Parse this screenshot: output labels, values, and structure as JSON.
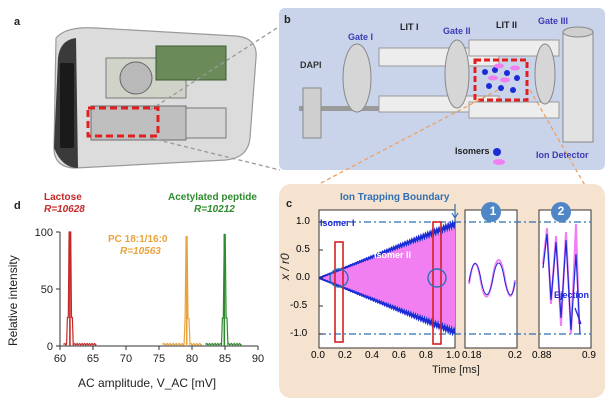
{
  "panels": {
    "a": "a",
    "b": "b",
    "c": "c",
    "d": "d"
  },
  "panel_b": {
    "labels": {
      "dapi": "DAPI",
      "gate1": "Gate I",
      "lit1": "LIT I",
      "gate2": "Gate II",
      "lit2": "LIT II",
      "gate3": "Gate III",
      "isomers": "Isomers",
      "ion_detector": "Ion Detector"
    }
  },
  "panel_c": {
    "title": "Ion Trapping Boundary",
    "ylabel": "x / r0",
    "xlabel": "Time [ms]",
    "isomer1": "Isomer I",
    "isomer2": "Isomer II",
    "ejection": "Ejection",
    "circle1": "1",
    "circle2": "2",
    "yticks": [
      "1.0",
      "0.5",
      "0.0",
      "-0.5",
      "-1.0"
    ],
    "xticks_main": [
      "0.0",
      "0.2",
      "0.4",
      "0.6",
      "0.8",
      "1.0"
    ],
    "xticks_zoom1": [
      "0.18",
      "0.2"
    ],
    "xticks_zoom2": [
      "0.88",
      "0.9"
    ],
    "colors": {
      "isomer1": "#1c2bd6",
      "isomer2": "#f06cf0",
      "boundary": "#2f6fb5",
      "marker": "#d62020"
    }
  },
  "chart_data": {
    "type": "line",
    "xlabel": "AC amplitude, V_AC [mV]",
    "ylabel": "Relative intensity",
    "xlim": [
      60,
      90
    ],
    "ylim": [
      0,
      100
    ],
    "xticks": [
      "60",
      "65",
      "70",
      "75",
      "80",
      "85",
      "90"
    ],
    "yticks": [
      "0",
      "50",
      "100"
    ],
    "series": [
      {
        "name": "Lactose",
        "resolution_label": "R=10628",
        "resolution": 10628,
        "color": "#c62828",
        "peak_x": 61.5,
        "peak_y": 100,
        "baseline_range": [
          60.5,
          65.5
        ]
      },
      {
        "name": "PC 18:1/16:0",
        "resolution_label": "R=10563",
        "resolution": 10563,
        "color": "#e8a33d",
        "peak_x": 79.2,
        "peak_y": 96,
        "baseline_range": [
          75.5,
          81.5
        ]
      },
      {
        "name": "Acetylated peptide",
        "resolution_label": "R=10212",
        "resolution": 10212,
        "color": "#2e8b2e",
        "peak_x": 84.9,
        "peak_y": 98,
        "baseline_range": [
          82.0,
          87.5
        ]
      }
    ]
  }
}
